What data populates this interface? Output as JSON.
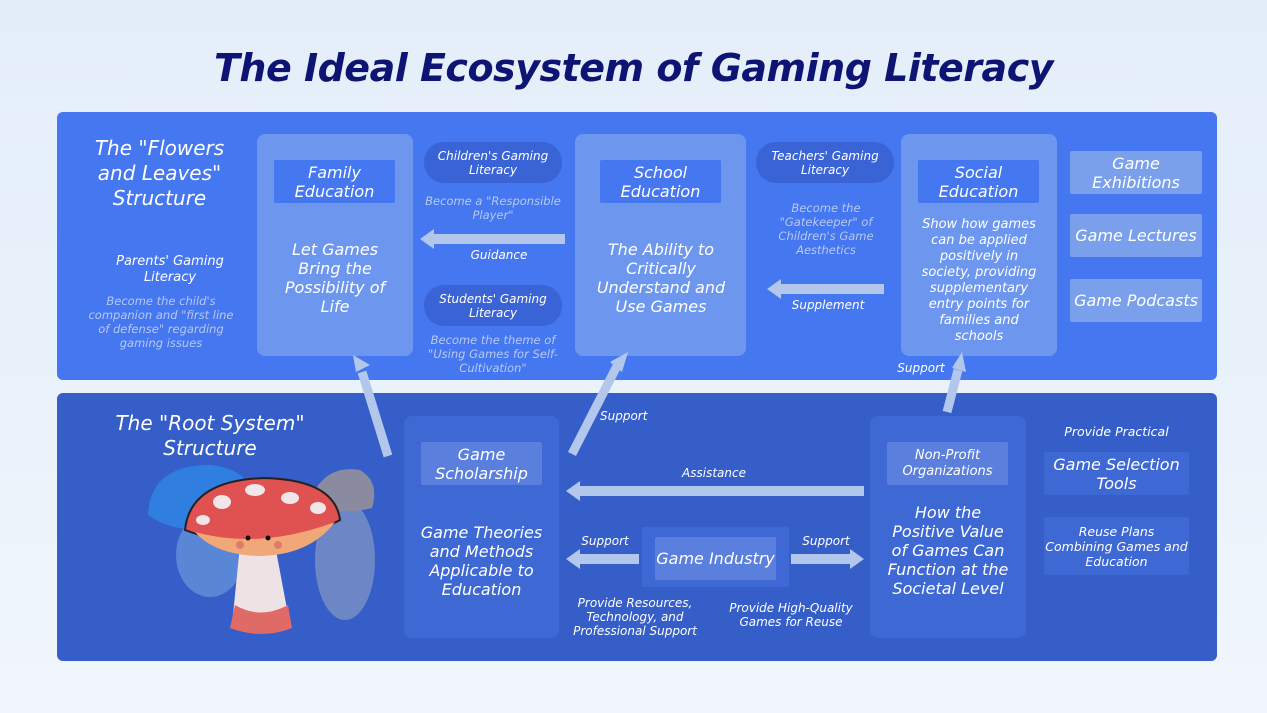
{
  "title": "The Ideal Ecosystem of Gaming Literacy",
  "colors": {
    "title": "#0d1473",
    "top_panel": "#4577f0",
    "bottom_panel": "#355ec8",
    "card_top": "#6d97ee",
    "card_bottom": "#3e68d4",
    "arrow": "#b3c6ec"
  },
  "top_section": {
    "heading": "The \"Flowers and Leaves\" Structure",
    "parents": {
      "title": "Parents' Gaming Literacy",
      "desc": "Become the child's companion and \"first line of defense\" regarding gaming issues"
    },
    "family": {
      "label": "Family Education",
      "body": "Let Games Bring the Possibility of Life"
    },
    "children": {
      "title": "Children's Gaming Literacy",
      "desc": "Become a \"Responsible Player\""
    },
    "guidance_label": "Guidance",
    "students": {
      "title": "Students' Gaming Literacy",
      "desc": "Become the theme of \"Using Games for Self-Cultivation\""
    },
    "school": {
      "label": "School Education",
      "body": "The Ability to Critically Understand and Use Games"
    },
    "teachers": {
      "title": "Teachers' Gaming Literacy",
      "desc": "Become the \"Gatekeeper\" of Children's Game Aesthetics"
    },
    "supplement_label": "Supplement",
    "social": {
      "label": "Social Education",
      "body": "Show how games can be applied positively in society, providing supplementary entry points for families and schools"
    },
    "side_items": [
      "Game Exhibitions",
      "Game Lectures",
      "Game Podcasts"
    ]
  },
  "bottom_section": {
    "heading": "The \"Root System\" Structure",
    "scholarship": {
      "label": "Game Scholarship",
      "body": "Game Theories and Methods Applicable to Education"
    },
    "support_up_label": "Support",
    "assistance_label": "Assistance",
    "industry": {
      "label": "Game Industry"
    },
    "support_left_label": "Support",
    "support_right_label": "Support",
    "industry_left_desc": "Provide Resources, Technology, and Professional Support",
    "industry_right_desc": "Provide High-Quality Games for Reuse",
    "nonprofit": {
      "label": "Non-Profit Organizations",
      "body": "How the Positive Value of Games Can Function at the Societal Level"
    },
    "support_social_label": "Support",
    "practical_heading": "Provide Practical",
    "practical_items": [
      "Game Selection Tools",
      "Reuse Plans Combining Games and Education"
    ]
  }
}
